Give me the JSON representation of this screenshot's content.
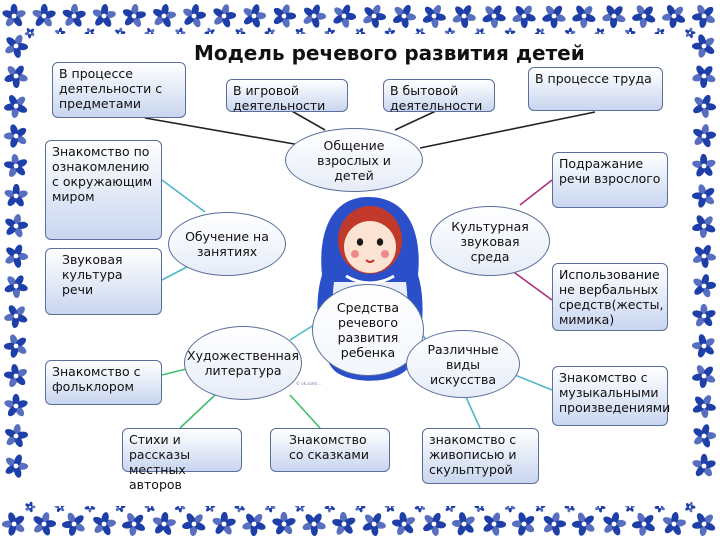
{
  "title": "Модель речевого развития детей",
  "watermark": "© vk.com/...",
  "center": "Средства речевого развития ребенка",
  "ovals": {
    "communication": "Общение взрослых и детей",
    "lessons": "Обучение на занятиях",
    "sound_culture": "Культурная звуковая среда",
    "fiction": "Художественная литература",
    "arts": "Различные виды искусства"
  },
  "boxes": {
    "activity_objects": "В процессе деятельности с предметами",
    "play_activity": "В игровой деятельности",
    "household_activity": "В бытовой деятельности",
    "labor": "В процессе труда",
    "environment_familiarization": "Знакомство по ознакомлению с окружающим миром",
    "sound_culture_speech": "Звуковая культура речи",
    "imitation": "Подражание речи взрослого",
    "nonverbal": "Использование не вербальных средств(жесты, мимика)",
    "folklore": "Знакомство с фольклором",
    "local_poems": "Стихи и рассказы местных авторов",
    "fairy_tales": "Знакомство со сказками",
    "painting": "знакомство с живописью и скульптурой",
    "music": "Знакомство с музыкальными произведениями"
  },
  "colors": {
    "frame_blue": "#1f3fa8",
    "box_border": "#5b6f9a",
    "box_fill_bottom": "#c9d6f0",
    "line_dark": "#222222",
    "line_cyan": "#4fb8c8",
    "line_magenta": "#a8327a",
    "line_green": "#3fc06a",
    "doll_blue": "#2a4fc9"
  }
}
